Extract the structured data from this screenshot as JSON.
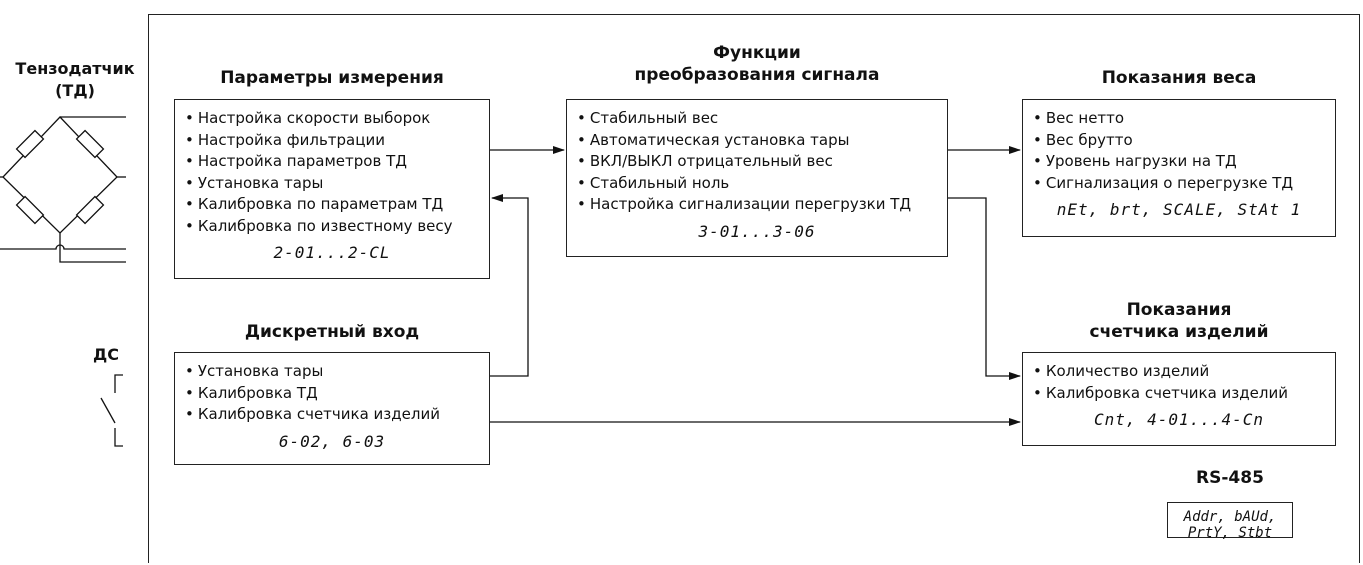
{
  "sensor": {
    "label_line1": "Тензодатчик",
    "label_line2": "(ТД)"
  },
  "ds": {
    "label": "ДС"
  },
  "measurement": {
    "title": "Параметры измерения",
    "items": [
      "Настройка скорости выборок",
      "Настройка фильтрации",
      "Настройка параметров ТД",
      "Установка тары",
      "Калибровка по параметрам ТД",
      "Калибровка по известному весу"
    ],
    "code": "2-01...2-CL"
  },
  "discrete": {
    "title": "Дискретный вход",
    "items": [
      "Установка тары",
      "Калибровка ТД",
      "Калибровка счетчика изделий"
    ],
    "code": "6-02, 6-03"
  },
  "functions": {
    "title_line1": "Функции",
    "title_line2": "преобразования сигнала",
    "items": [
      "Стабильный вес",
      "Автоматическая установка тары",
      "ВКЛ/ВЫКЛ отрицательный вес",
      "Стабильный ноль",
      "Настройка сигнализации перегрузки ТД"
    ],
    "code": "3-01...3-06"
  },
  "weight": {
    "title": "Показания веса",
    "items": [
      "Вес нетто",
      "Вес брутто",
      "Уровень нагрузки на ТД",
      "Сигнализация о перегрузке ТД"
    ],
    "code": "nEt, brt, SCALE, StAt 1"
  },
  "counter": {
    "title_line1": "Показания",
    "title_line2": "счетчика изделий",
    "items": [
      "Количество изделий",
      "Калибровка счетчика изделий"
    ],
    "code": "Cnt, 4-01...4-Cn"
  },
  "rs485": {
    "title": "RS-485",
    "code": "Addr, bAUd, PrtY, Stbt"
  }
}
